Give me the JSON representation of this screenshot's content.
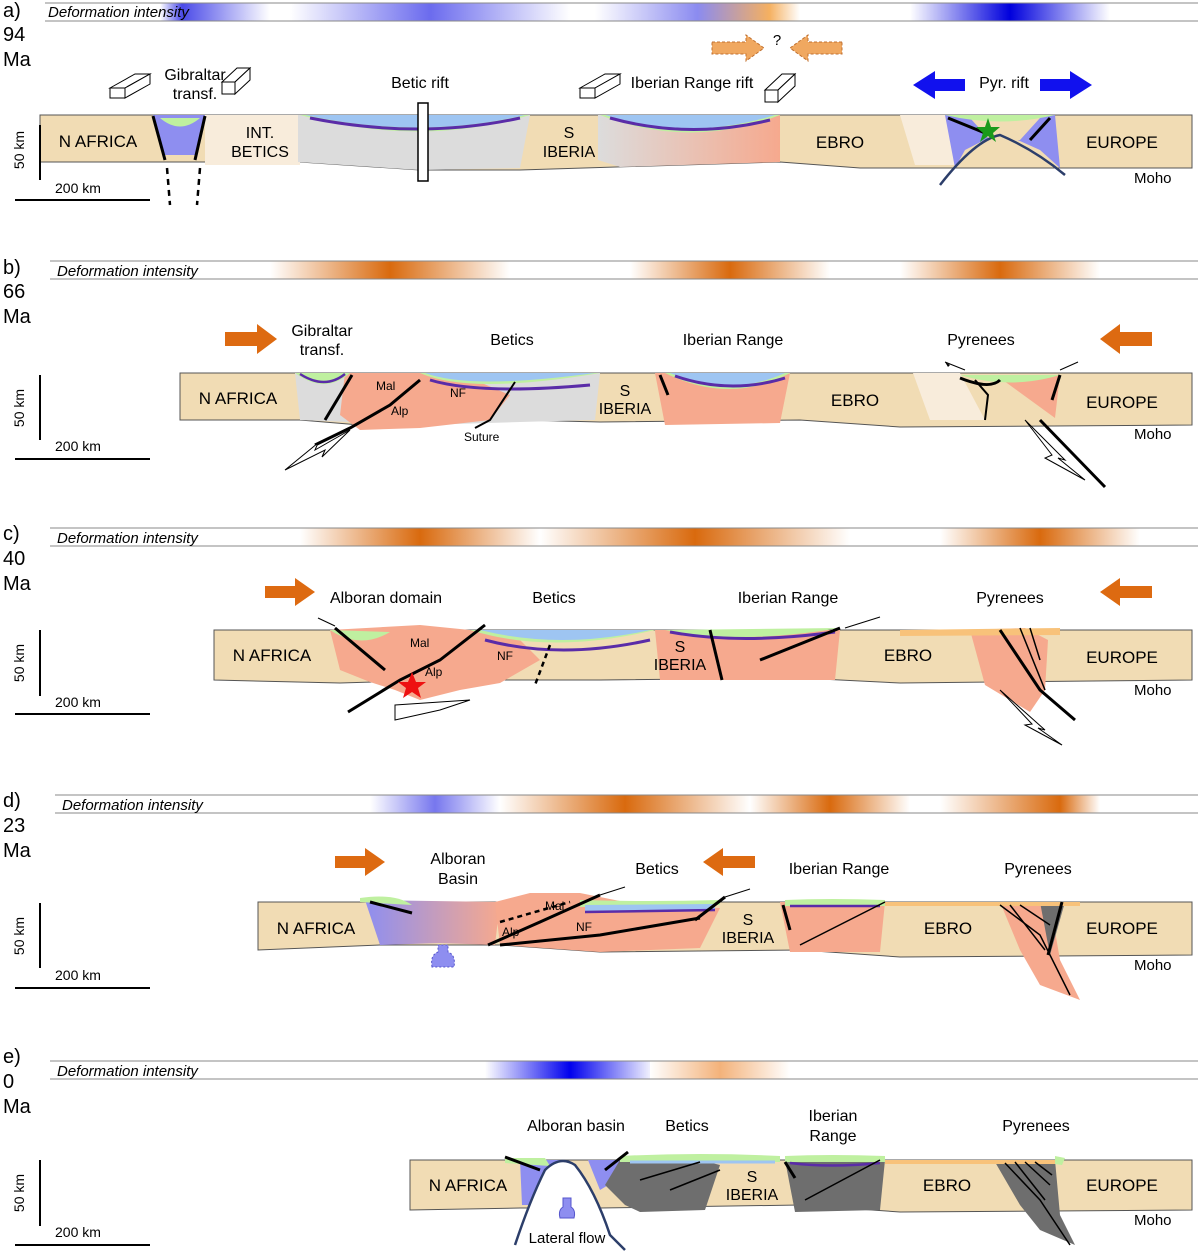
{
  "deformation_label": "Deformation intensity",
  "moho_label": "Moho",
  "scale": {
    "vertical": "50 km",
    "horizontal": "200 km"
  },
  "colors": {
    "craton": "#f1dcb4",
    "craton_light": "#f8ecdb",
    "rift": "#8e8ef0",
    "orogen": "#f6a98e",
    "orogen_old": "#6e6e6e",
    "basin": "#dcdcdc",
    "sed_green": "#bff0a0",
    "sed_blue": "#9ec5f2",
    "sed_purple": "#5a2ca8",
    "sed_orange": "#f8c27a",
    "extension": "#1111ee",
    "compression": "#dd6a11"
  },
  "panels": [
    {
      "letter": "a)",
      "age": "94",
      "unit": "Ma",
      "question": "?",
      "labels": {
        "nafrica": "N AFRICA",
        "int_betics_1": "INT.",
        "int_betics_2": "BETICS",
        "siberia_1": "S",
        "siberia_2": "IBERIA",
        "ebro": "EBRO",
        "europe": "EUROPE",
        "gibraltar_1": "Gibraltar",
        "gibraltar_2": "transf.",
        "betic_rift": "Betic rift",
        "iberian_rift": "Iberian Range rift",
        "pyr_rift": "Pyr. rift"
      }
    },
    {
      "letter": "b)",
      "age": "66",
      "unit": "Ma",
      "labels": {
        "nafrica": "N AFRICA",
        "siberia_1": "S",
        "siberia_2": "IBERIA",
        "ebro": "EBRO",
        "europe": "EUROPE",
        "gibraltar_1": "Gibraltar",
        "gibraltar_2": "transf.",
        "betics": "Betics",
        "iberian_range": "Iberian Range",
        "pyrenees": "Pyrenees",
        "mal": "Mal",
        "alp": "Alp",
        "nf": "NF",
        "suture": "Suture"
      }
    },
    {
      "letter": "c)",
      "age": "40",
      "unit": "Ma",
      "labels": {
        "nafrica": "N AFRICA",
        "siberia_1": "S",
        "siberia_2": "IBERIA",
        "ebro": "EBRO",
        "europe": "EUROPE",
        "alboran": "Alboran domain",
        "betics": "Betics",
        "iberian_range": "Iberian Range",
        "pyrenees": "Pyrenees",
        "mal": "Mal",
        "alp": "Alp",
        "nf": "NF"
      }
    },
    {
      "letter": "d)",
      "age": "23",
      "unit": "Ma",
      "labels": {
        "nafrica": "N AFRICA",
        "siberia_1": "S",
        "siberia_2": "IBERIA",
        "ebro": "EBRO",
        "europe": "EUROPE",
        "alboran_1": "Alboran",
        "alboran_2": "Basin",
        "betics": "Betics",
        "iberian_range": "Iberian Range",
        "pyrenees": "Pyrenees",
        "mal": "Mal",
        "alp": "Alp",
        "nf": "NF"
      }
    },
    {
      "letter": "e)",
      "age": "0",
      "unit": "Ma",
      "labels": {
        "nafrica": "N AFRICA",
        "siberia_1": "S",
        "siberia_2": "IBERIA",
        "ebro": "EBRO",
        "europe": "EUROPE",
        "alboran": "Alboran basin",
        "betics": "Betics",
        "iberian_1": "Iberian",
        "iberian_2": "Range",
        "pyrenees": "Pyrenees",
        "lateral_flow": "Lateral flow"
      }
    }
  ]
}
